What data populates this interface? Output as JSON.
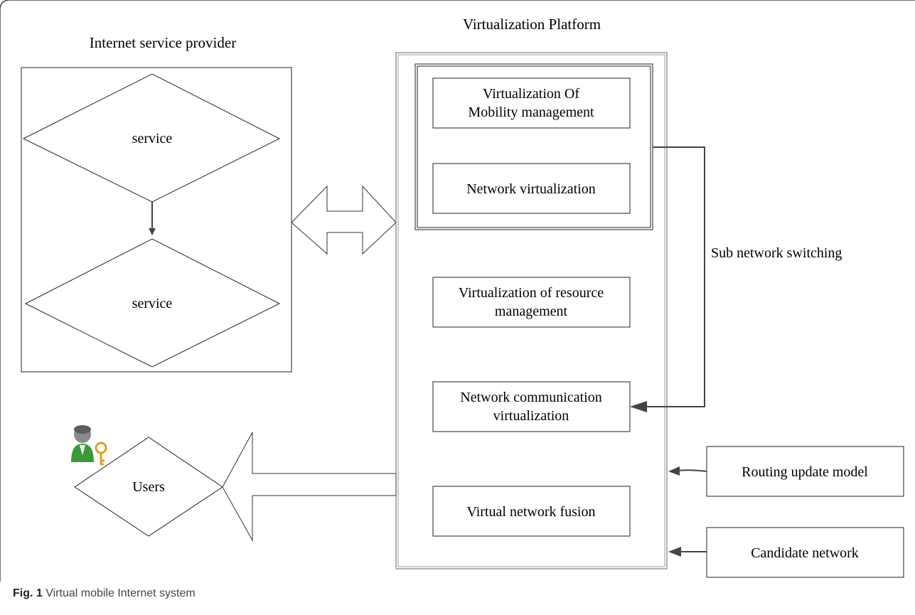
{
  "diagram": {
    "isp_title": "Internet service provider",
    "service_top": "service",
    "service_bottom": "service",
    "platform_title": "Virtualization Platform",
    "mobility_line1": "Virtualization Of",
    "mobility_line2": "Mobility management",
    "network_virtualization": "Network virtualization",
    "resource_line1": "Virtualization of resource",
    "resource_line2": "management",
    "communication_line1": "Network communication",
    "communication_line2": "virtualization",
    "fusion": "Virtual network fusion",
    "users": "Users",
    "sub_network_switching": "Sub network switching",
    "routing_update_model": "Routing update model",
    "candidate_network": "Candidate network"
  },
  "caption": {
    "label": "Fig. 1",
    "text": "Virtual mobile Internet system"
  },
  "icons": {
    "user_key": "user-key-icon"
  },
  "colors": {
    "line": "#222222",
    "arrow": "#444444",
    "user_body": "#3a9a3a",
    "key": "#e0a020"
  }
}
